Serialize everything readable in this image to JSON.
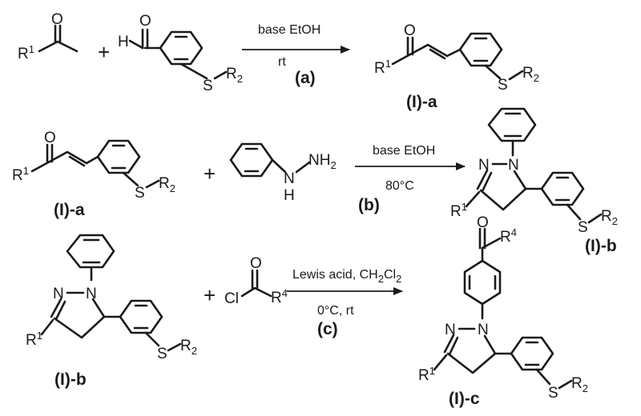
{
  "atoms": {
    "O": "O",
    "H": "H",
    "S": "S",
    "N": "N",
    "NH": "N",
    "H_below": "H",
    "NH2": "NH",
    "Cl": "Cl",
    "R": "R",
    "R1_sup": "1",
    "R2_sub": "2",
    "R4_sup": "4",
    "two_sub": "2"
  },
  "plus": "+",
  "compounds": {
    "Ia": "(I)-a",
    "Ib": "(I)-b",
    "Ic": "(I)-c"
  },
  "reactions": [
    {
      "step": "(a)",
      "above": "base EtOH",
      "below": "rt"
    },
    {
      "step": "(b)",
      "above": "base EtOH",
      "below": "80°C"
    },
    {
      "step": "(c)",
      "above_main": "Lewis acid, CH",
      "above_sub1": "2",
      "above_mid": "Cl",
      "above_sub2": "2",
      "below": "0°C, rt"
    }
  ]
}
